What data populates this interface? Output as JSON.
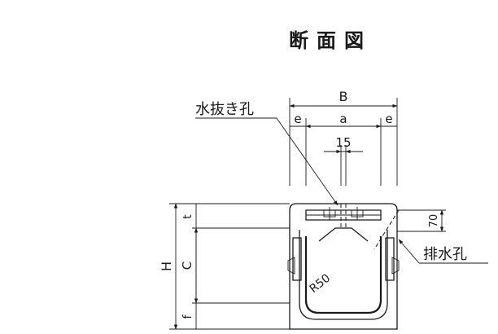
{
  "title": "断面図",
  "labels": {
    "B": "B",
    "a": "a",
    "e_left": "e",
    "e_right": "e",
    "fifteen": "15",
    "H": "H",
    "C": "C",
    "t": "t",
    "f": "f",
    "seventy": "70",
    "r50": "R50",
    "weep_hole": "水抜き孔",
    "drain_hole": "排水孔"
  }
}
